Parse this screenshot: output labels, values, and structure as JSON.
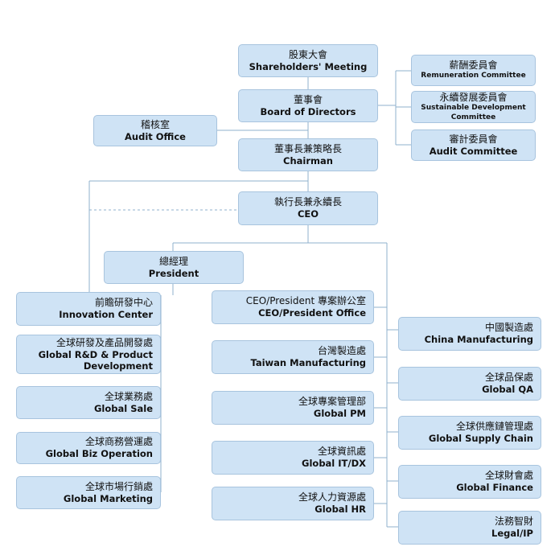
{
  "nodes": {
    "shareholders": {
      "zh": "股東大會",
      "en": "Shareholders' Meeting"
    },
    "board": {
      "zh": "董事會",
      "en": "Board of Directors"
    },
    "audit_office": {
      "zh": "稽核室",
      "en": "Audit Office"
    },
    "chairman": {
      "zh": "董事長兼策略長",
      "en": "Chairman"
    },
    "remuneration": {
      "zh": "薪酬委員會",
      "en": "Remuneration Committee"
    },
    "sustainable": {
      "zh": "永續發展委員會",
      "en1": "Sustainable Development",
      "en2": "Committee"
    },
    "audit_committee": {
      "zh": "審計委員會",
      "en": "Audit Committee"
    },
    "ceo": {
      "zh": "執行長兼永續長",
      "en": "CEO"
    },
    "president": {
      "zh": "總經理",
      "en": "President"
    },
    "innovation": {
      "zh": "前瞻研發中心",
      "en": "Innovation Center"
    },
    "rnd": {
      "zh": "全球研發及產品開發處",
      "en1": "Global R&D & Product",
      "en2": "Development"
    },
    "sale": {
      "zh": "全球業務處",
      "en": "Global Sale"
    },
    "bizop": {
      "zh": "全球商務營運處",
      "en": "Global Biz Operation"
    },
    "marketing": {
      "zh": "全球市場行銷處",
      "en": "Global Marketing"
    },
    "ceo_office": {
      "zh": "CEO/President 專案辦公室",
      "en": "CEO/President Office"
    },
    "taiwan_mfg": {
      "zh": "台灣製造處",
      "en": "Taiwan Manufacturing"
    },
    "pm": {
      "zh": "全球專案管理部",
      "en": "Global PM"
    },
    "itdx": {
      "zh": "全球資訊處",
      "en": "Global IT/DX"
    },
    "hr": {
      "zh": "全球人力資源處",
      "en": "Global HR"
    },
    "china_mfg": {
      "zh": "中國製造處",
      "en": "China Manufacturing"
    },
    "qa": {
      "zh": "全球品保處",
      "en": "Global QA"
    },
    "supply": {
      "zh": "全球供應鏈管理處",
      "en": "Global Supply Chain"
    },
    "finance": {
      "zh": "全球財會處",
      "en": "Global Finance"
    },
    "legal": {
      "zh": "法務智財",
      "en": "Legal/IP"
    }
  }
}
